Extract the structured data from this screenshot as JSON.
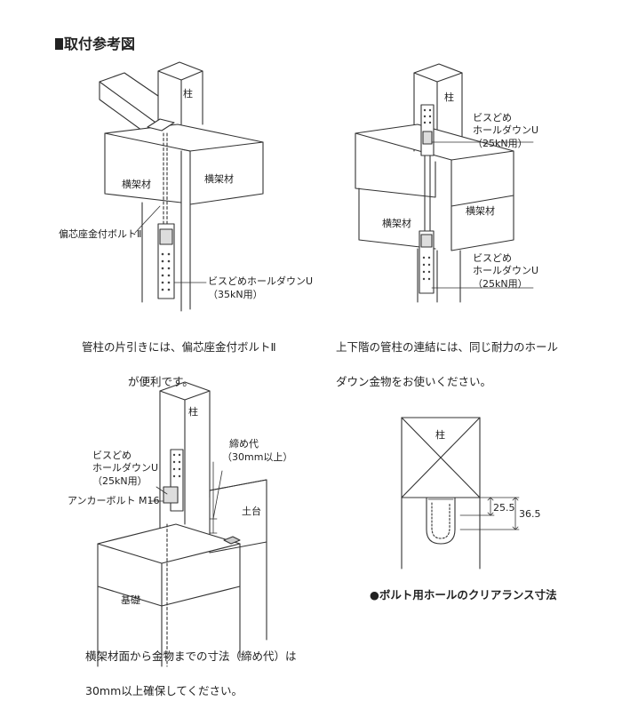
{
  "title": "取付参考図",
  "fig1": {
    "pillar": "柱",
    "beam_left": "横架材",
    "beam_right": "横架材",
    "bolt_label": "偏芯座金付ボルトⅡ",
    "holdown_label": [
      "ビスどめホールダウンU",
      "（35kN用）"
    ],
    "caption": [
      "管柱の片引きには、偏芯座金付ボルトⅡ",
      "が便利です。"
    ]
  },
  "fig2": {
    "pillar": "柱",
    "upper_label": [
      "ビスどめ",
      "ホールダウンU",
      "（25kN用）"
    ],
    "beam_left": "横架材",
    "beam_right": "横架材",
    "lower_label": [
      "ビスどめ",
      "ホールダウンU",
      "（25kN用）"
    ],
    "caption": [
      "上下階の管柱の連結には、同じ耐力のホール",
      "ダウン金物をお使いください。"
    ]
  },
  "fig3": {
    "pillar": "柱",
    "margin_label": [
      "締め代",
      "（30mm以上）"
    ],
    "holdown_label": [
      "ビスどめ",
      "ホールダウンU",
      "（25kN用）"
    ],
    "anchor_label": "アンカーボルト M16",
    "sill": "土台",
    "foundation": "基礎",
    "caption": [
      "横架材面から金物までの寸法（締め代）は",
      "30mm以上確保してください。"
    ]
  },
  "fig4": {
    "pillar": "柱",
    "dim_inner": "25.5",
    "dim_outer": "36.5",
    "caption": "●ボルト用ホールのクリアランス寸法"
  }
}
